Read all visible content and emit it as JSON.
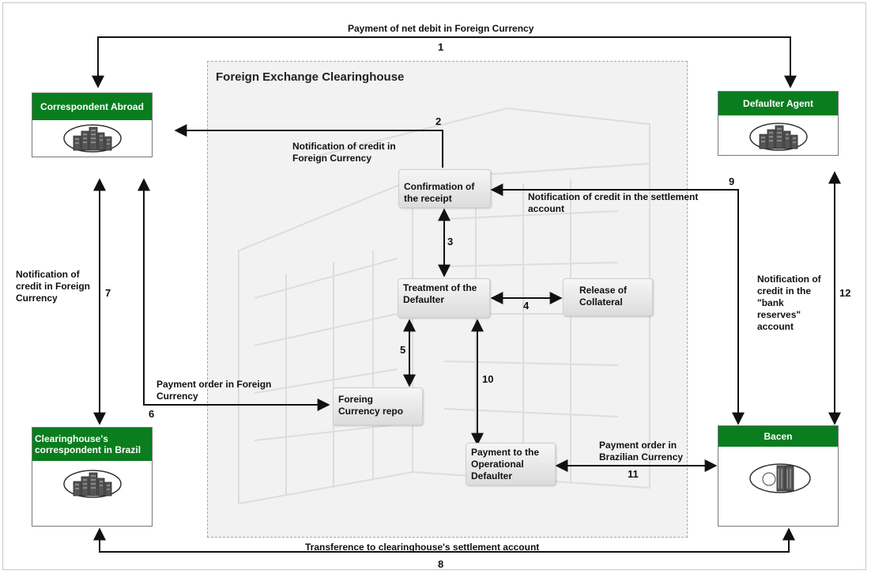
{
  "region": {
    "title": "Foreign Exchange Clearinghouse"
  },
  "entities": {
    "correspondent_abroad": "Correspondent Abroad",
    "defaulter_agent": "Defaulter Agent",
    "clearinghouse_correspondent": "Clearinghouse's correspondent in Brazil",
    "bacen": "Bacen"
  },
  "nodes": {
    "confirmation": "Confirmation of the receipt",
    "treatment": "Treatment of the Defaulter",
    "release": "Release of Collateral",
    "repo": "Foreing Currency repo",
    "payment_operational": "Payment to the Operational Defaulter"
  },
  "flows": [
    {
      "num": "1",
      "label": "Payment of net debit in  Foreign Currency"
    },
    {
      "num": "2",
      "label": "Notification of credit in Foreign Currency"
    },
    {
      "num": "3",
      "label": ""
    },
    {
      "num": "4",
      "label": ""
    },
    {
      "num": "5",
      "label": ""
    },
    {
      "num": "6",
      "label": "Payment order in Foreign Currency"
    },
    {
      "num": "7",
      "label": "Notification of credit  in Foreign Currency"
    },
    {
      "num": "8",
      "label": "Transference to clearinghouse's settlement account"
    },
    {
      "num": "9",
      "label": "Notification of credit in the settlement account"
    },
    {
      "num": "10",
      "label": ""
    },
    {
      "num": "11",
      "label": "Payment order in Brazilian Currency"
    },
    {
      "num": "12",
      "label": "Notification of credit in the \"bank reserves\" account"
    }
  ],
  "icons": {
    "city": "city-buildings-icon",
    "bacen": "bacen-building-icon"
  },
  "colors": {
    "entity_header": "#0a7d1e",
    "arrow": "#111111",
    "region_bg": "#f2f2f2"
  }
}
